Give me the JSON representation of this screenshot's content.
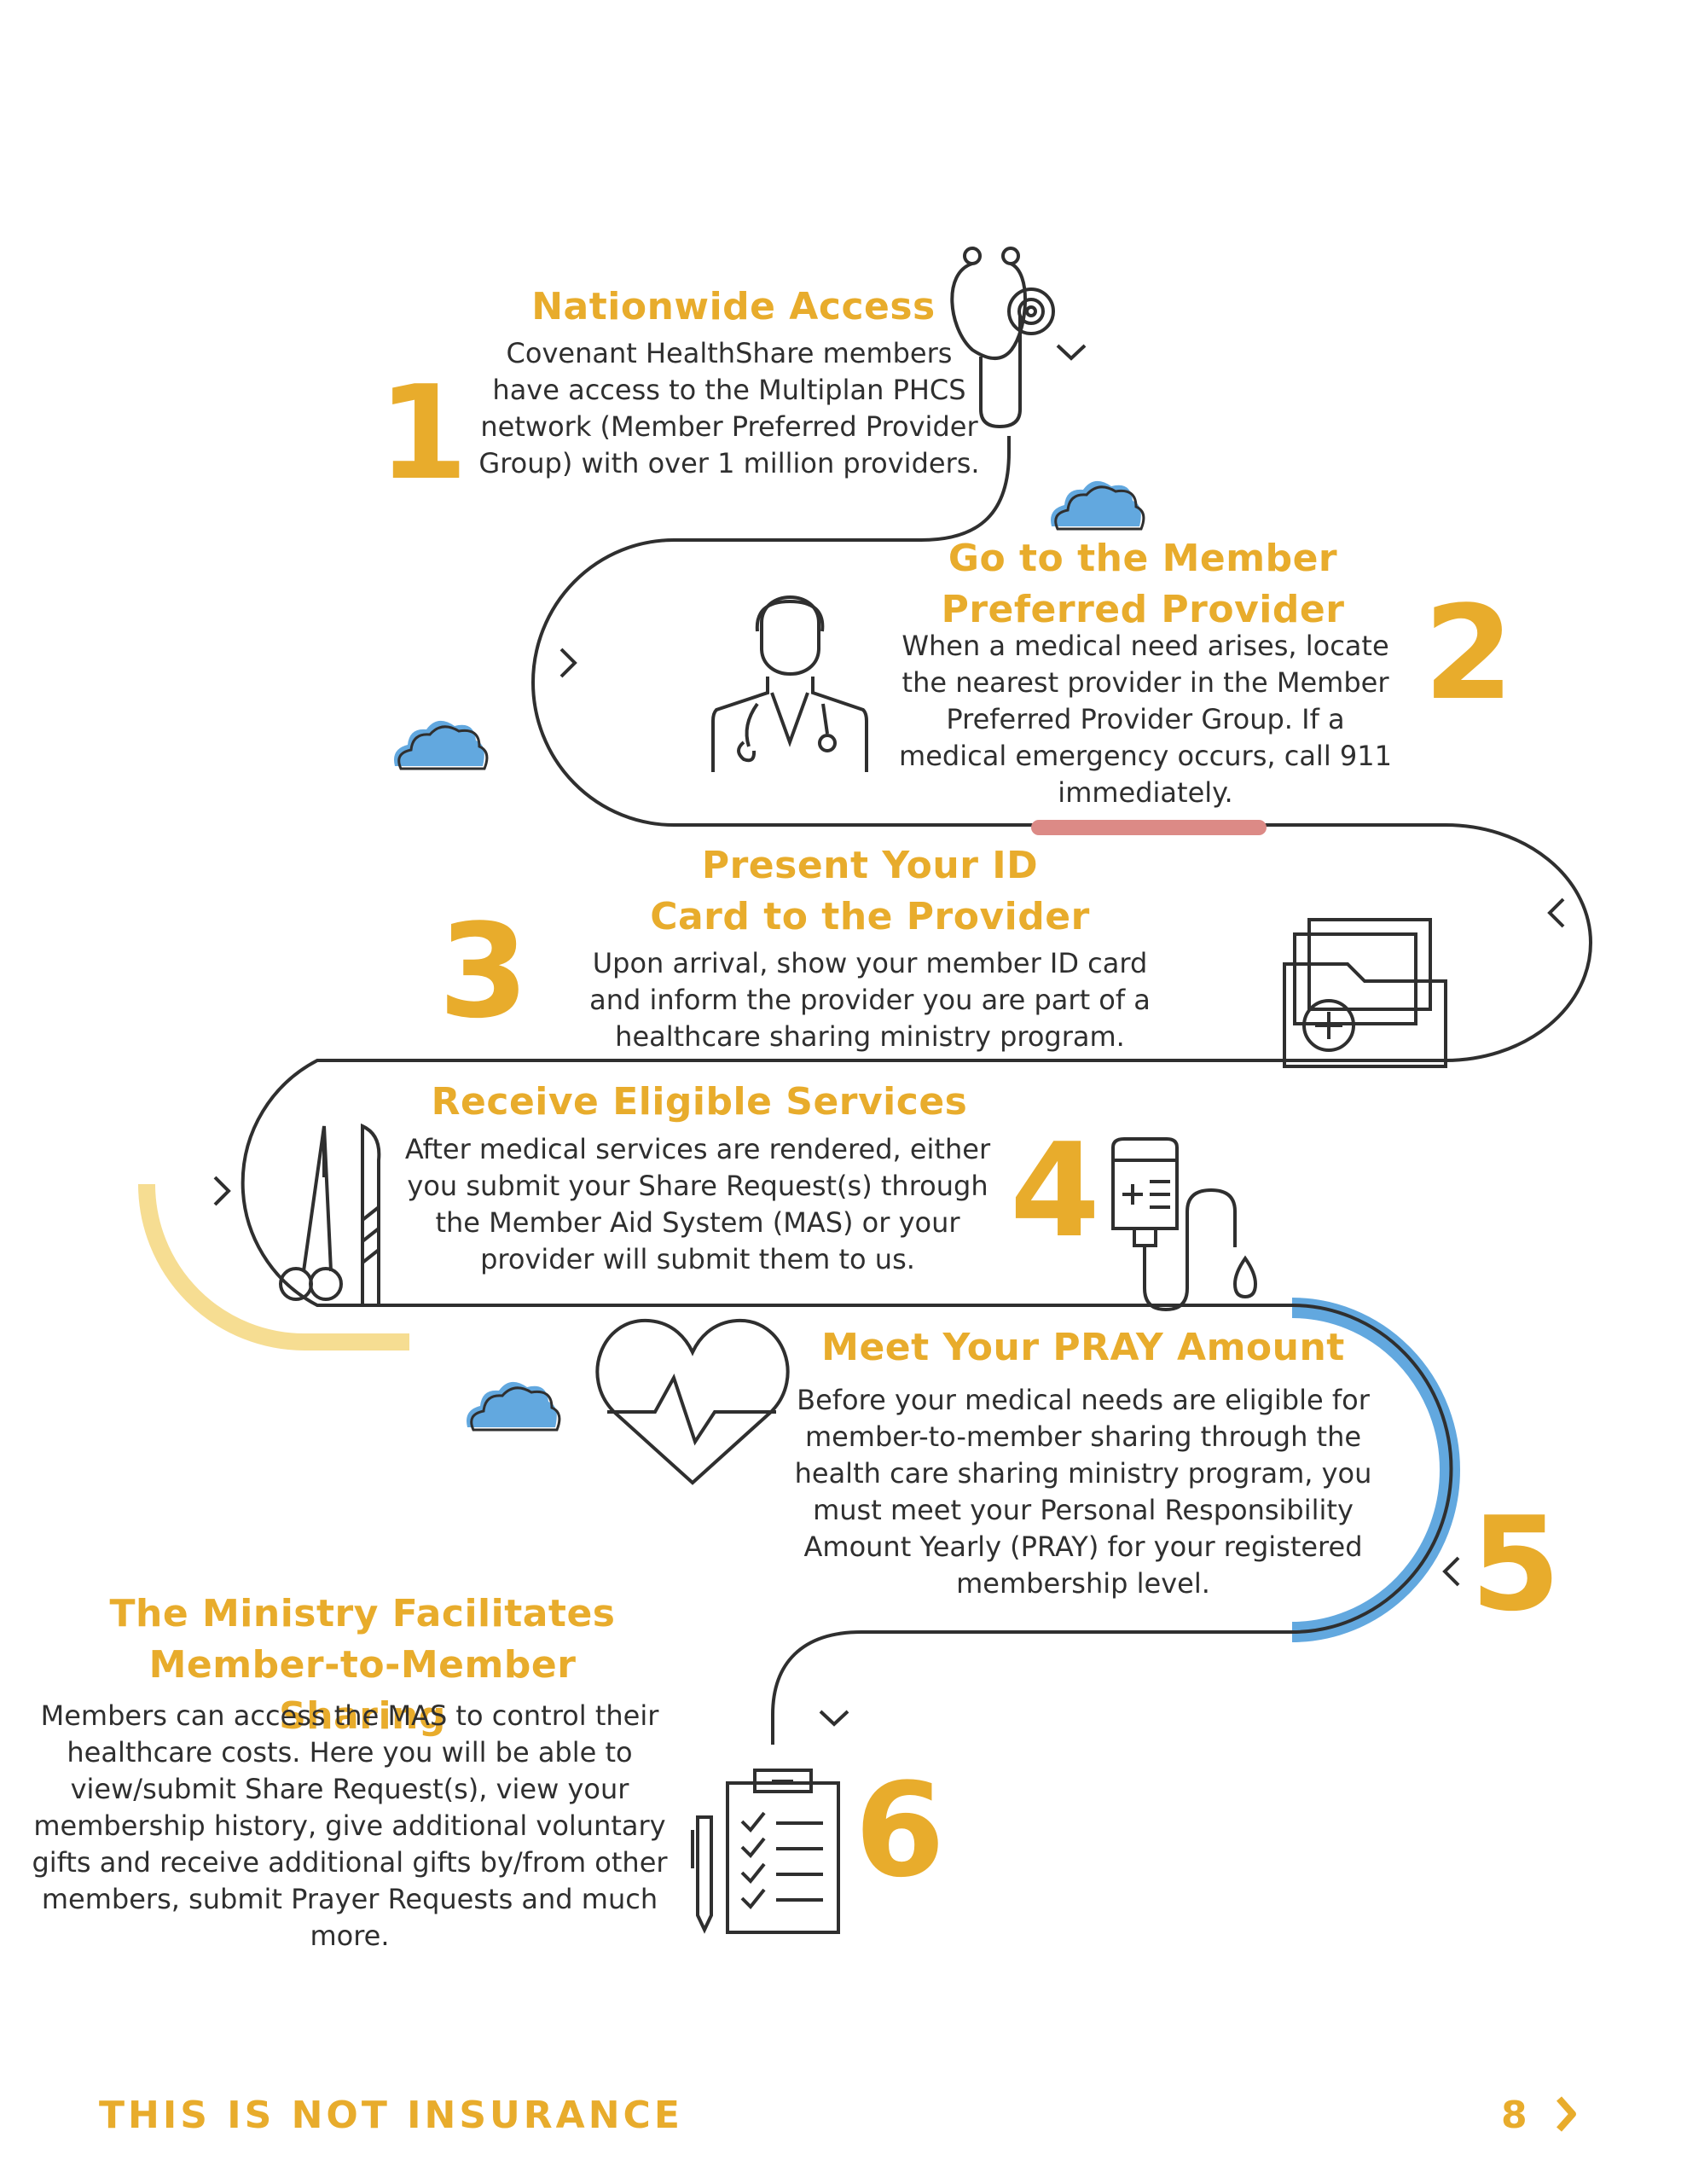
{
  "steps": [
    {
      "number": "1",
      "title": "Nationwide Access",
      "body": "Covenant HealthShare members have access to the Multiplan PHCS network (Member Preferred Provider Group) with over 1 million providers.",
      "icon": "stethoscope-icon"
    },
    {
      "number": "2",
      "title": "Go to the Member Preferred Provider",
      "body": "When a medical need arises, locate the nearest provider in the Member Preferred Provider Group. If a medical emergency occurs, call 911 immediately.",
      "icon": "doctor-icon"
    },
    {
      "number": "3",
      "title": "Present Your ID Card to the Provider",
      "body": "Upon arrival, show your member ID card and inform the provider you are part of a healthcare sharing ministry program.",
      "icon": "medical-folder-icon"
    },
    {
      "number": "4",
      "title": "Receive Eligible Services",
      "body": "After medical services are rendered, either you submit your Share Request(s) through the Member Aid System (MAS) or your provider will submit them to us.",
      "icon": "iv-drip-icon"
    },
    {
      "number": "5",
      "title": "Meet Your PRAY Amount",
      "body": "Before your medical needs are eligible for member-to-member sharing through the health care sharing ministry program, you must meet your Personal Responsibility Amount Yearly (PRAY) for your registered membership level.",
      "icon": "heartbeat-icon"
    },
    {
      "number": "6",
      "title": "The Ministry Facilitates Member-to-Member Sharing",
      "body": "Members can access the MAS to control their healthcare costs. Here you will be able to view/submit Share Request(s), view your membership history, give additional voluntary gifts and receive additional gifts by/from other members, submit Prayer Requests and much more.",
      "icon": "clipboard-checklist-icon"
    }
  ],
  "footer": {
    "disclaimer": "THIS IS NOT INSURANCE",
    "page_number": "8"
  },
  "colors": {
    "accent": "#e8ac2c",
    "path": "#2f2f2f",
    "cloud": "#62a8df",
    "highlight_red": "#dc8a86",
    "highlight_yellow": "#f6dd92",
    "highlight_blue": "#62a8df"
  }
}
